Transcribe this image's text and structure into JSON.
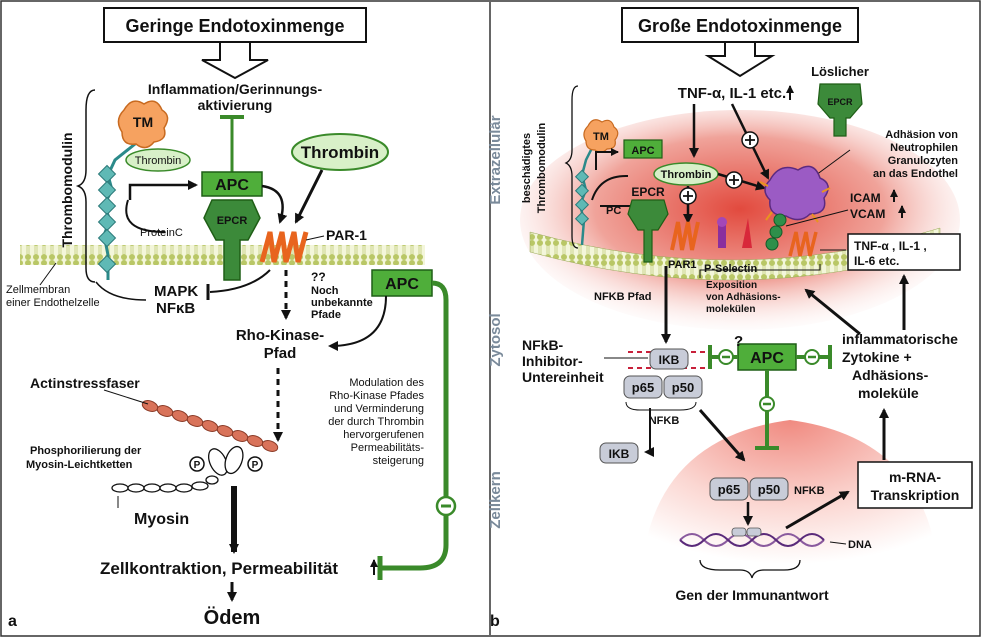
{
  "panel_a": {
    "letter": "a",
    "header": "Geringe Endotoxinmenge",
    "inflammation_line1": "Inflammation/Gerinnungs-",
    "inflammation_line2": "aktivierung",
    "thrombomodulin_side": "Thrombomodulin",
    "tm": "TM",
    "thrombin_small": "Thrombin",
    "apc": "APC",
    "epcr": "EPCR",
    "protein_c": "ProteinC",
    "thrombin_big": "Thrombin",
    "par1": "PAR-1",
    "membrane_label_line1": "Zellmembran",
    "membrane_label_line2": "einer Endothelzelle",
    "mapk": "MAPK",
    "nfkb": "NFκB",
    "unknown_1": "??",
    "unknown_2": "Noch",
    "unknown_3": "unbekannte",
    "unknown_4": "Pfade",
    "rho_1": "Rho-Kinase-",
    "rho_2": "Pfad",
    "apc_right": "APC",
    "modulation": [
      "Modulation des",
      "Rho-Kinase Pfades",
      "und Verminderung",
      "der durch Thrombin",
      "hervorgerufenen",
      "Permeabilitäts-",
      "steigerung"
    ],
    "actin": "Actinstressfaser",
    "phospho_1": "Phosphorilierung der",
    "phospho_2": "Myosin-Leichtketten",
    "p_label": "P",
    "myosin": "Myosin",
    "contraction": "Zellkontraktion, Permeabilität",
    "edema": "Ödem"
  },
  "panel_b": {
    "letter": "b",
    "header": "Große Endotoxinmenge",
    "tnf": "TNF-α, IL-1 etc.",
    "soluble": "Löslicher",
    "epcr_soluble": "EPCR",
    "adhesion": [
      "Adhäsion von",
      "Neutrophilen",
      "Granulozyten",
      "an das Endothel"
    ],
    "side_extra": "Extrazellulär",
    "side_zyto": "Zytosol",
    "side_kern": "Zellkern",
    "damaged_1": "beschädigtes",
    "damaged_2": "Thrombomodulin",
    "tm": "TM",
    "apc_small": "APC",
    "thrombin": "Thrombin",
    "pc": "PC",
    "epcr": "EPCR",
    "icam": "ICAM",
    "vcam": "VCAM",
    "cytokines_box_1": "TNF-α , IL-1 ,",
    "cytokines_box_2": "IL-6  etc.",
    "par1": "PAR1",
    "p_selectin": "P-Selectin",
    "exposition_1": "Exposition",
    "exposition_2": "von Adhäsions-",
    "exposition_3": "molekülen",
    "nfkb_path": "NFKB Pfad",
    "inhibitor_1": "NFkB-",
    "inhibitor_2": "Inhibitor-",
    "inhibitor_3": "Untereinheit",
    "ikb": "IKB",
    "p65": "p65",
    "p50": "p50",
    "nfkb_small": "NFKB",
    "apc_center": "APC",
    "question": "?",
    "inflam_1": "inflammatorische",
    "inflam_2": "Zytokine +",
    "inflam_3": "Adhäsions-",
    "inflam_4": "moleküle",
    "ikb_free": "IKB",
    "mrna_1": "m-RNA-",
    "mrna_2": "Transkription",
    "nucleus_nfkb": "NFKB",
    "dna": "DNA",
    "gene": "Gen der Immunantwort"
  }
}
